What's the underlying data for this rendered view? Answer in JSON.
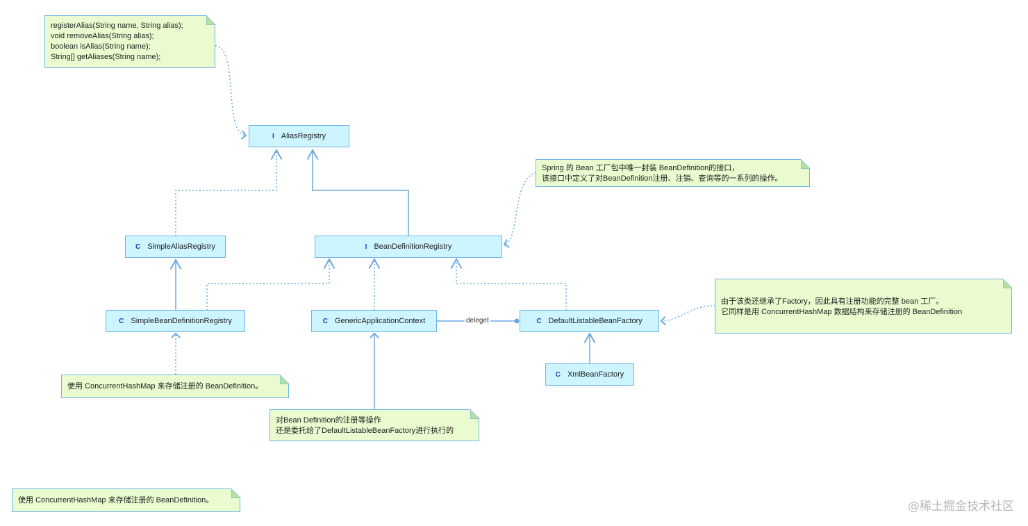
{
  "notes": {
    "alias_methods": {
      "lines": [
        "registerAlias(String name, String alias);",
        "void removeAlias(String alias);",
        "boolean isAlias(String name);",
        "String[] getAliases(String name);"
      ]
    },
    "bdr_description": {
      "lines": [
        "Spring 的 Bean 工厂包中唯一封装 BeanDefinition的接口，",
        "该接口中定义了对BeanDefinition注册、注销、查询等的一系列的操作。"
      ]
    },
    "dlbf_description": {
      "lines": [
        "由于该类还继承了Factory，因此具有注册功能的完整 bean 工厂。",
        "它同样是用 ConcurrentHashMap 数据结构来存储注册的 BeanDefinition"
      ]
    },
    "sbdr_description": {
      "lines": [
        "使用 ConcurrentHashMap 来存储注册的 BeanDefinition。"
      ]
    },
    "gac_description": {
      "lines": [
        "对Bean Definition的注册等操作",
        "还是委托给了DefaultListableBeanFactory进行执行的"
      ]
    },
    "bottom_note": {
      "lines": [
        "使用 ConcurrentHashMap 来存储注册的 BeanDefinition。"
      ]
    }
  },
  "nodes": {
    "alias_registry": {
      "kind": "I",
      "name": "AliasRegistry"
    },
    "simple_alias_registry": {
      "kind": "C",
      "name": "SimpleAliasRegistry"
    },
    "bean_definition_registry": {
      "kind": "I",
      "name": "BeanDefinitionRegistry"
    },
    "simple_bean_definition_registry": {
      "kind": "C",
      "name": "SimpleBeanDefinitionRegistry"
    },
    "generic_application_context": {
      "kind": "C",
      "name": "GenericApplicationContext"
    },
    "default_listable_bean_factory": {
      "kind": "C",
      "name": "DefaultListableBeanFactory"
    },
    "xml_bean_factory": {
      "kind": "C",
      "name": "XmlBeanFactory"
    }
  },
  "edges": {
    "delegate_label": "deleget"
  },
  "watermark": "@稀土掘金技术社区",
  "colors": {
    "class_fill": "#ccf5ff",
    "note_fill": "#e9fbcf",
    "border": "#6fb3e6",
    "edge": "#6aa9e0",
    "kind_letter": "#1a3fbf"
  }
}
